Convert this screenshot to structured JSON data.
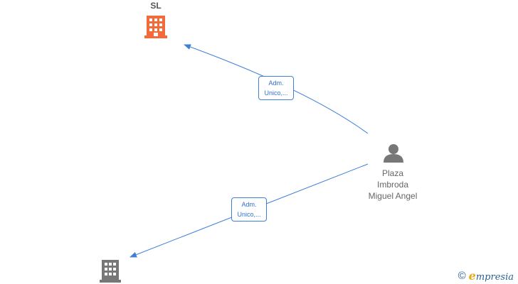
{
  "nodes": {
    "company_top": {
      "label": "SL",
      "icon": "building-icon",
      "color": "#f26b3a"
    },
    "person": {
      "icon": "person-icon",
      "name_lines": [
        "Plaza",
        "Imbroda",
        "Miguel Angel"
      ],
      "color": "#777777"
    },
    "company_bottom": {
      "icon": "building-icon",
      "color": "#777777"
    }
  },
  "edges": [
    {
      "from": "person",
      "to": "company_top",
      "label_lines": [
        "Adm.",
        "Unico,..."
      ],
      "color": "#3f7fd8"
    },
    {
      "from": "person",
      "to": "company_bottom",
      "label_lines": [
        "Adm.",
        "Unico,..."
      ],
      "color": "#3f7fd8"
    }
  ],
  "footer": {
    "copyright_symbol": "©",
    "brand_initial": "e",
    "brand_rest": "mpresia",
    "brand_color": "#2a5f8f",
    "brand_accent": "#e8a81c"
  }
}
